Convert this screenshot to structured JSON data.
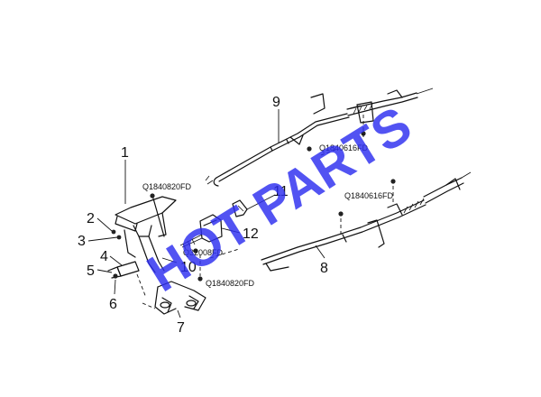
{
  "callouts": [
    {
      "num": "1"
    },
    {
      "num": "2"
    },
    {
      "num": "3"
    },
    {
      "num": "4"
    },
    {
      "num": "5"
    },
    {
      "num": "6"
    },
    {
      "num": "7"
    },
    {
      "num": "8"
    },
    {
      "num": "9"
    },
    {
      "num": "10"
    },
    {
      "num": "11"
    },
    {
      "num": "12"
    }
  ],
  "part_codes": [
    {
      "code": "Q1840820FD"
    },
    {
      "code": "Q32008FD"
    },
    {
      "code": "Q1840820FD"
    },
    {
      "code": "Q1840616FD"
    },
    {
      "code": "Q1840616FD"
    }
  ],
  "watermark": "HOT PARTS",
  "colors": {
    "watermark": "#2d2ef0",
    "line": "#111111"
  }
}
